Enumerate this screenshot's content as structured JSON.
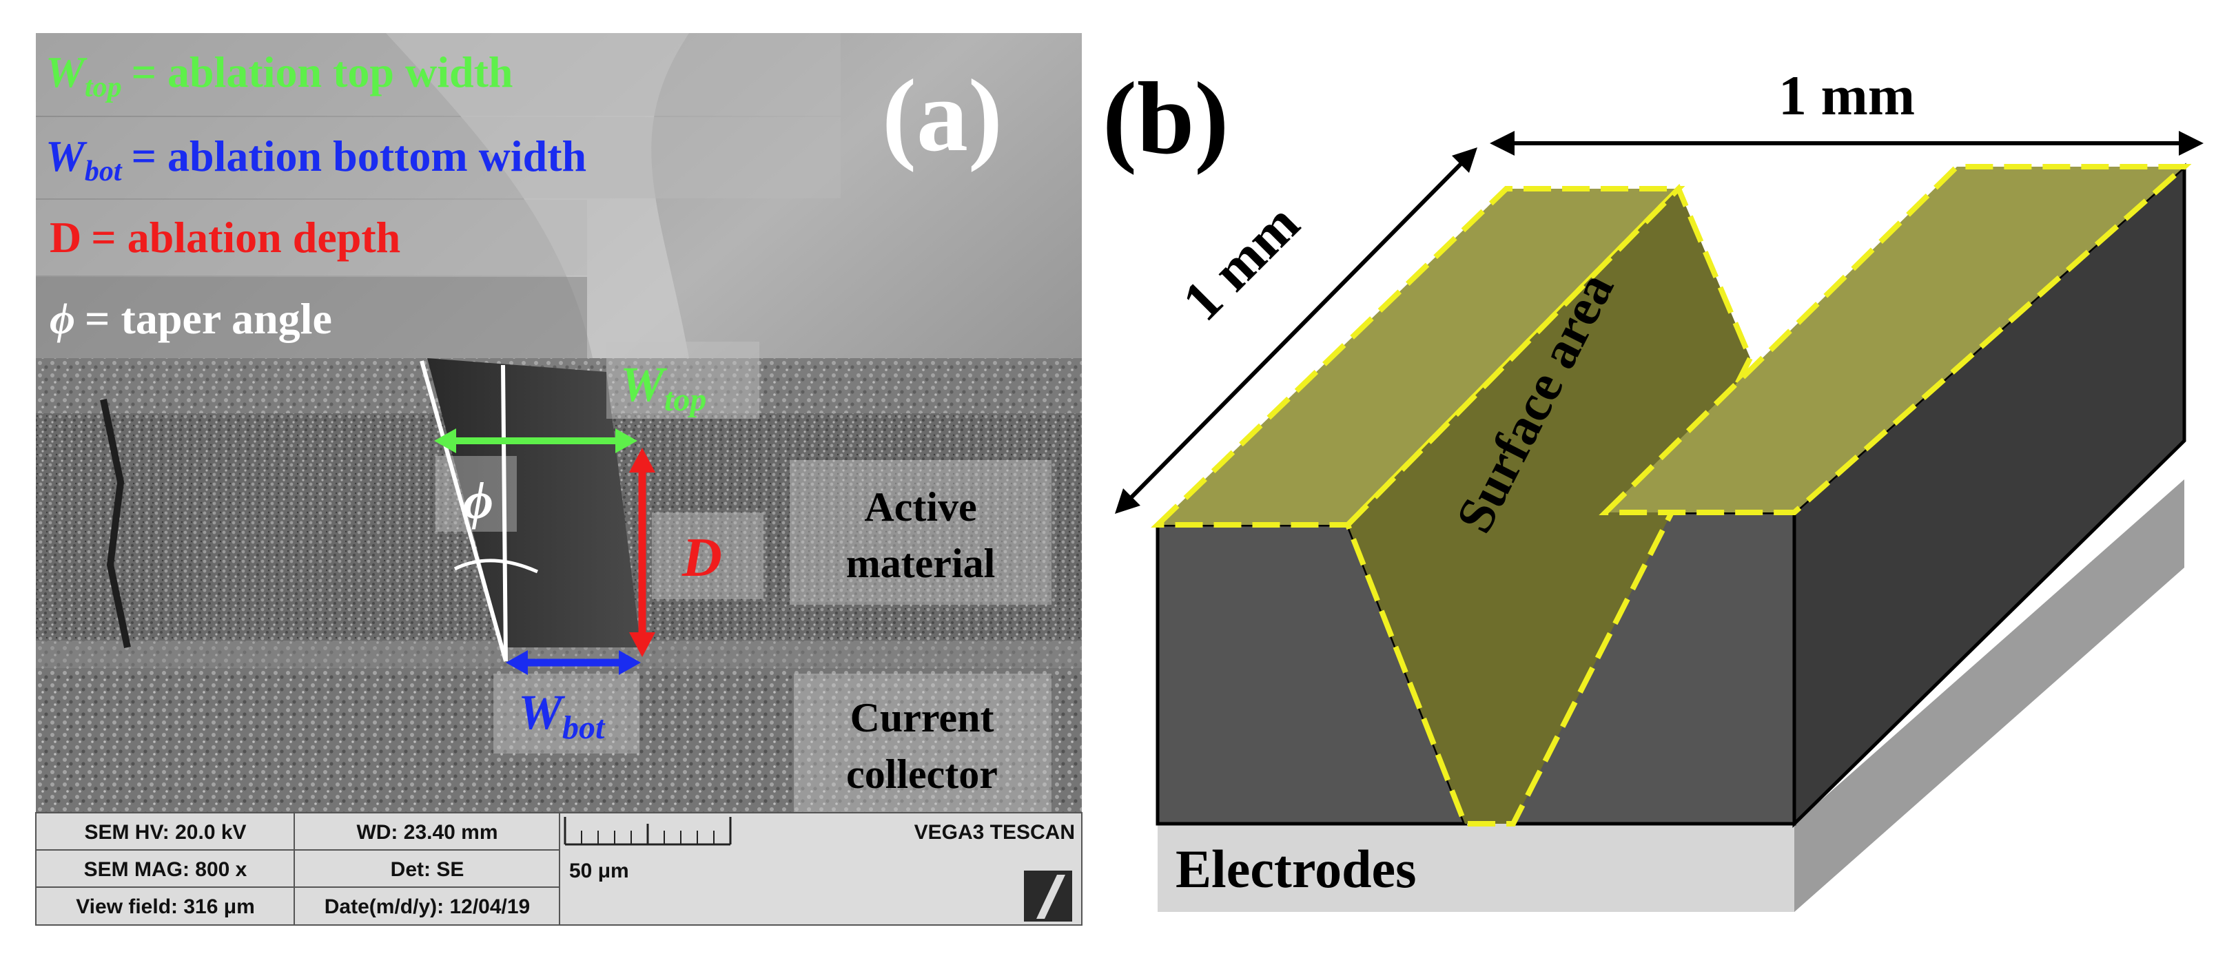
{
  "panel_a": {
    "label": "(a)",
    "legend": [
      {
        "symbol": "W",
        "sub": "top",
        "text": "= ablation top width",
        "color": "#5ef04a"
      },
      {
        "symbol": "W",
        "sub": "bot",
        "text": "= ablation bottom width",
        "color": "#1a2cf0"
      },
      {
        "symbol": "D",
        "sub": "",
        "text": "= ablation depth",
        "color": "#f01c1c"
      },
      {
        "symbol": "ϕ",
        "sub": "",
        "text": "= taper angle",
        "color": "#ffffff"
      }
    ],
    "annotations": {
      "wtop": {
        "symbol": "W",
        "sub": "top"
      },
      "wbot": {
        "symbol": "W",
        "sub": "bot"
      },
      "depth": "D",
      "phi": "ϕ",
      "active_material": [
        "Active",
        "material"
      ],
      "current_collector": [
        "Current",
        "collector"
      ]
    },
    "colors": {
      "wtop": "#5ef04a",
      "wbot": "#1a2cf0",
      "depth": "#f01c1c"
    },
    "sem_info": {
      "hv": "SEM HV: 20.0 kV",
      "wd": "WD: 23.40 mm",
      "brand": "VEGA3 TESCAN",
      "mag": "SEM MAG: 800 x",
      "det": "Det: SE",
      "scale": "50 μm",
      "view_field": "View field: 316 μm",
      "date": "Date(m/d/y): 12/04/19"
    }
  },
  "panel_b": {
    "label": "(b)",
    "dimension_top": "1 mm",
    "dimension_side": "1 mm",
    "surface_label": "Surface area",
    "base_label": "Electrodes",
    "colors": {
      "block": "#555555",
      "block_side": "#3b3b3b",
      "surface": "#9a9a4a",
      "surface_dark": "#6e6e2c",
      "highlight": "#f0f020",
      "base": "#d6d6d6"
    }
  }
}
